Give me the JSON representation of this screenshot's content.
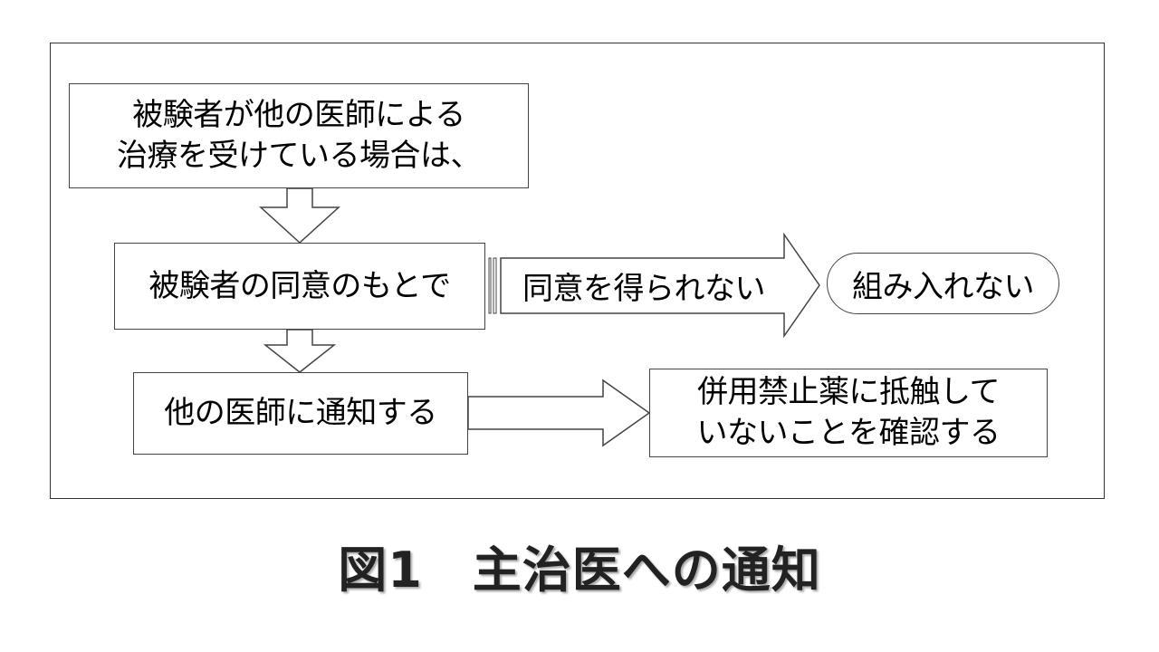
{
  "diagram": {
    "box1": {
      "line1": "被験者が他の医師による",
      "line2": "治療を受けている場合は、"
    },
    "box2": "被験者の同意のもとで",
    "arrow_label": "同意を得られない",
    "outcome_pill": "組み入れない",
    "box3": "他の医師に通知する",
    "box4": {
      "line1": "併用禁止薬に抵触して",
      "line2": "いないことを確認する"
    }
  },
  "caption": "図1　主治医への通知"
}
